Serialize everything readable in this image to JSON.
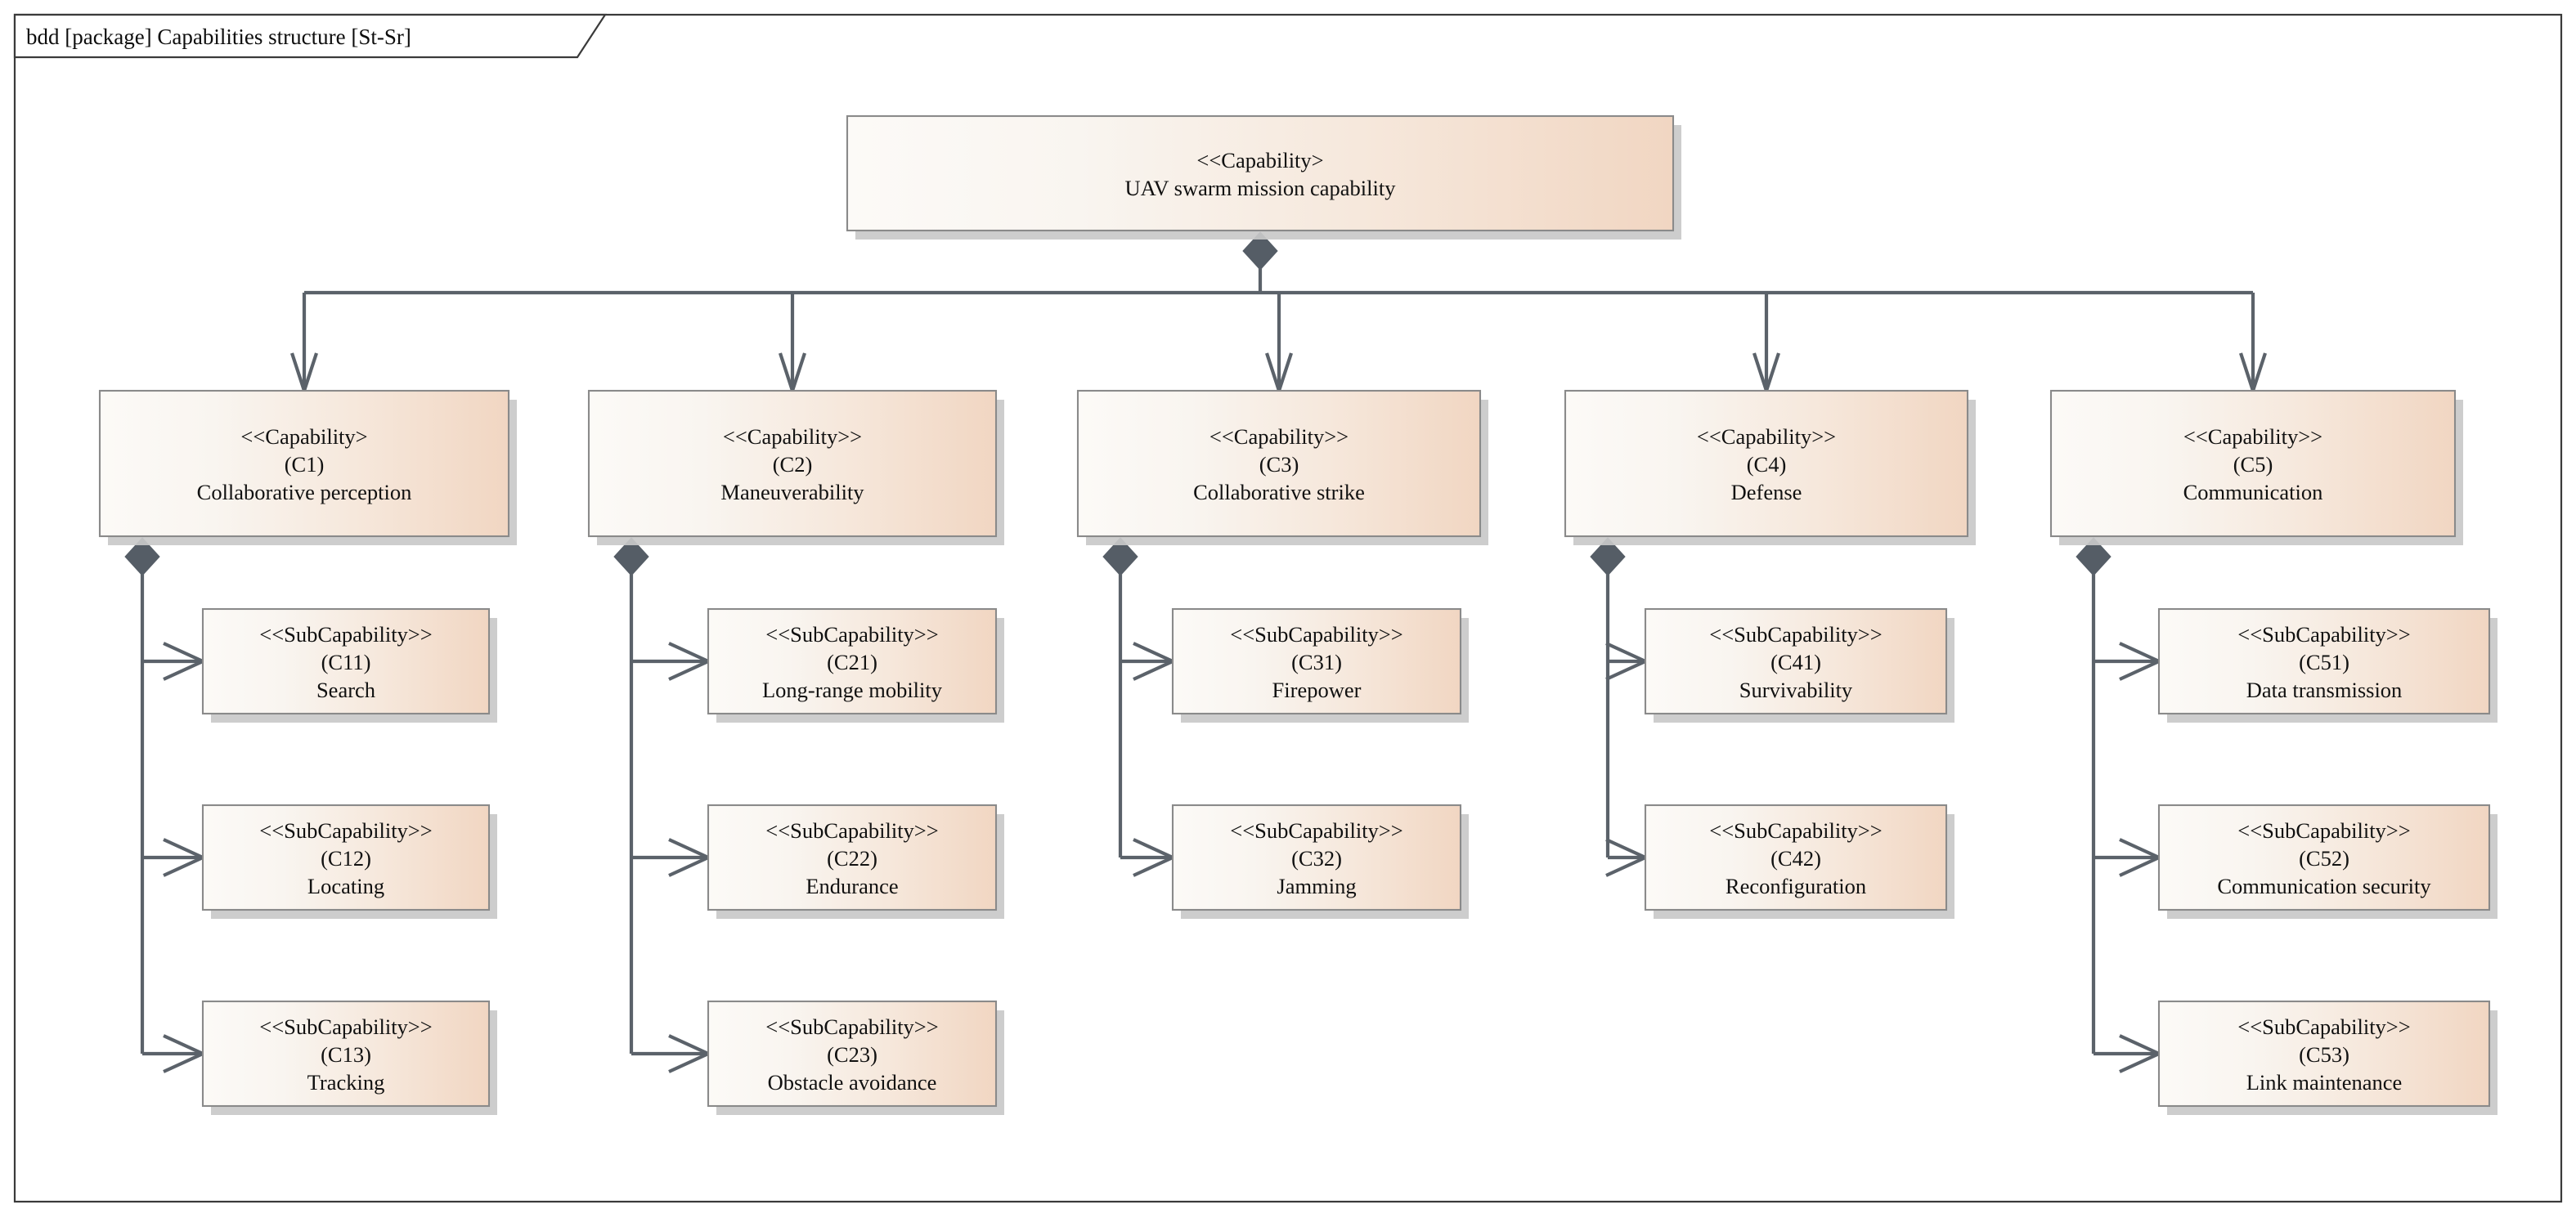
{
  "diagram": {
    "frame_label": "bdd [package] Capabilities structure [St-Sr]",
    "kind": "sysml-block-definition-diagram",
    "colors": {
      "block_fill_left": "#faf7f3",
      "block_fill_right": "#f2d8c5",
      "block_border": "#8a8a8a",
      "connector": "#5b626a",
      "diamond": "#555d66",
      "shadow": "#c9c9c9",
      "frame_border": "#3a3a3a",
      "text": "#111111"
    }
  },
  "root": {
    "stereotype": "<<Capability>",
    "id": "",
    "name": "UAV swarm mission capability"
  },
  "capabilities": [
    {
      "stereotype": "<<Capability>",
      "id": "(C1)",
      "name": "Collaborative perception",
      "subcapabilities": [
        {
          "stereotype": "<<SubCapability>>",
          "id": "(C11)",
          "name": "Search"
        },
        {
          "stereotype": "<<SubCapability>>",
          "id": "(C12)",
          "name": "Locating"
        },
        {
          "stereotype": "<<SubCapability>>",
          "id": "(C13)",
          "name": "Tracking"
        }
      ]
    },
    {
      "stereotype": "<<Capability>>",
      "id": "(C2)",
      "name": "Maneuverability",
      "subcapabilities": [
        {
          "stereotype": "<<SubCapability>>",
          "id": "(C21)",
          "name": "Long-range mobility"
        },
        {
          "stereotype": "<<SubCapability>>",
          "id": "(C22)",
          "name": "Endurance"
        },
        {
          "stereotype": "<<SubCapability>>",
          "id": "(C23)",
          "name": "Obstacle avoidance"
        }
      ]
    },
    {
      "stereotype": "<<Capability>>",
      "id": "(C3)",
      "name": "Collaborative strike",
      "subcapabilities": [
        {
          "stereotype": "<<SubCapability>>",
          "id": "(C31)",
          "name": "Firepower"
        },
        {
          "stereotype": "<<SubCapability>>",
          "id": "(C32)",
          "name": "Jamming"
        }
      ]
    },
    {
      "stereotype": "<<Capability>>",
      "id": "(C4)",
      "name": "Defense",
      "subcapabilities": [
        {
          "stereotype": "<<SubCapability>>",
          "id": "(C41)",
          "name": "Survivability"
        },
        {
          "stereotype": "<<SubCapability>>",
          "id": "(C42)",
          "name": "Reconfiguration"
        }
      ]
    },
    {
      "stereotype": "<<Capability>>",
      "id": "(C5)",
      "name": "Communication",
      "subcapabilities": [
        {
          "stereotype": "<<SubCapability>>",
          "id": "(C51)",
          "name": "Data transmission"
        },
        {
          "stereotype": "<<SubCapability>>",
          "id": "(C52)",
          "name": "Communication security"
        },
        {
          "stereotype": "<<SubCapability>>",
          "id": "(C53)",
          "name": "Link maintenance"
        }
      ]
    }
  ]
}
